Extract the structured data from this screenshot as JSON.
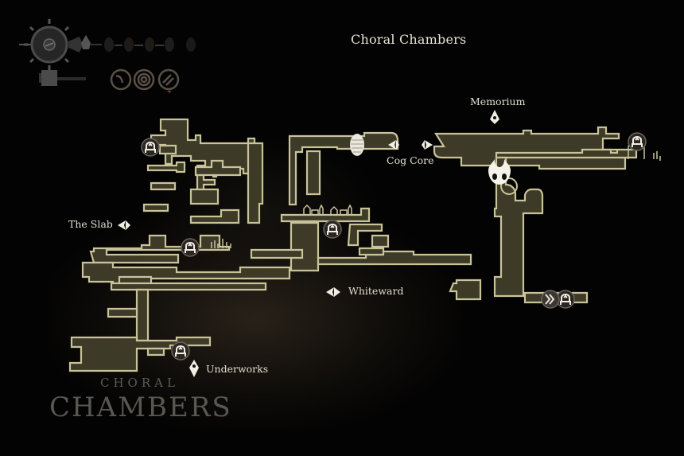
{
  "hud": {
    "health_masks": 5,
    "silk_spool_filled": 0.35,
    "tools": [
      "crest-tool-1",
      "crest-tool-2",
      "crest-tool-3"
    ]
  },
  "map": {
    "title": "Choral Chambers",
    "area_name_line1": "CHORAL",
    "area_name_line2": "CHAMBERS",
    "exits": [
      {
        "name": "Memorium",
        "icon": "compass-exit-icon"
      },
      {
        "name": "Cog Core",
        "icon": "compass-exit-icon"
      },
      {
        "name": "The Slab",
        "icon": "compass-exit-icon"
      },
      {
        "name": "Whiteward",
        "icon": "compass-exit-icon"
      },
      {
        "name": "Underworks",
        "icon": "compass-exit-icon"
      }
    ],
    "colors": {
      "room_fill": "#3d3a28",
      "room_outline": "#c9c39a",
      "label_text": "#e2ddd0",
      "background": "#030303"
    }
  }
}
